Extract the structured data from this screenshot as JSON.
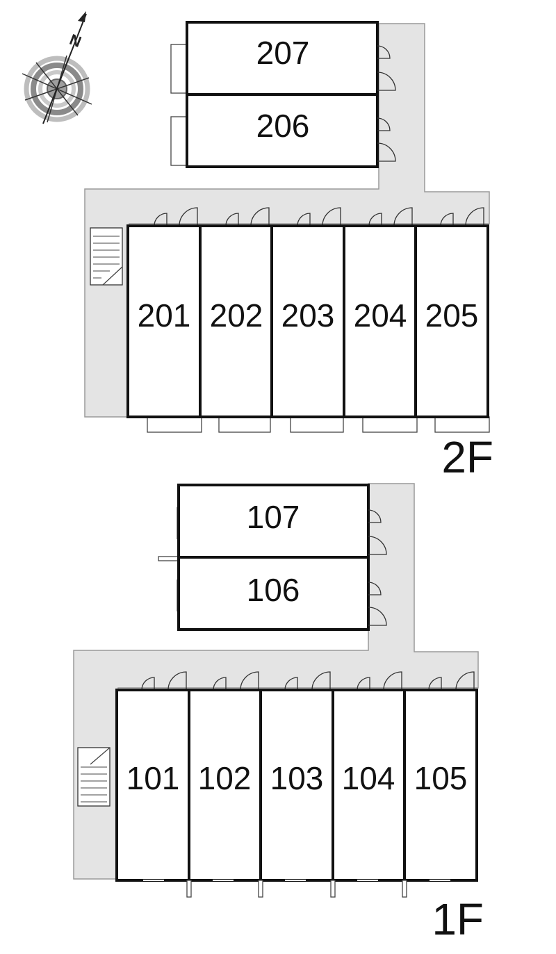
{
  "compass": {
    "north_label": "N"
  },
  "floors": [
    {
      "label": "2F",
      "units": [
        "207",
        "206",
        "201",
        "202",
        "203",
        "204",
        "205"
      ]
    },
    {
      "label": "1F",
      "units": [
        "107",
        "106",
        "101",
        "102",
        "103",
        "104",
        "105"
      ]
    }
  ]
}
